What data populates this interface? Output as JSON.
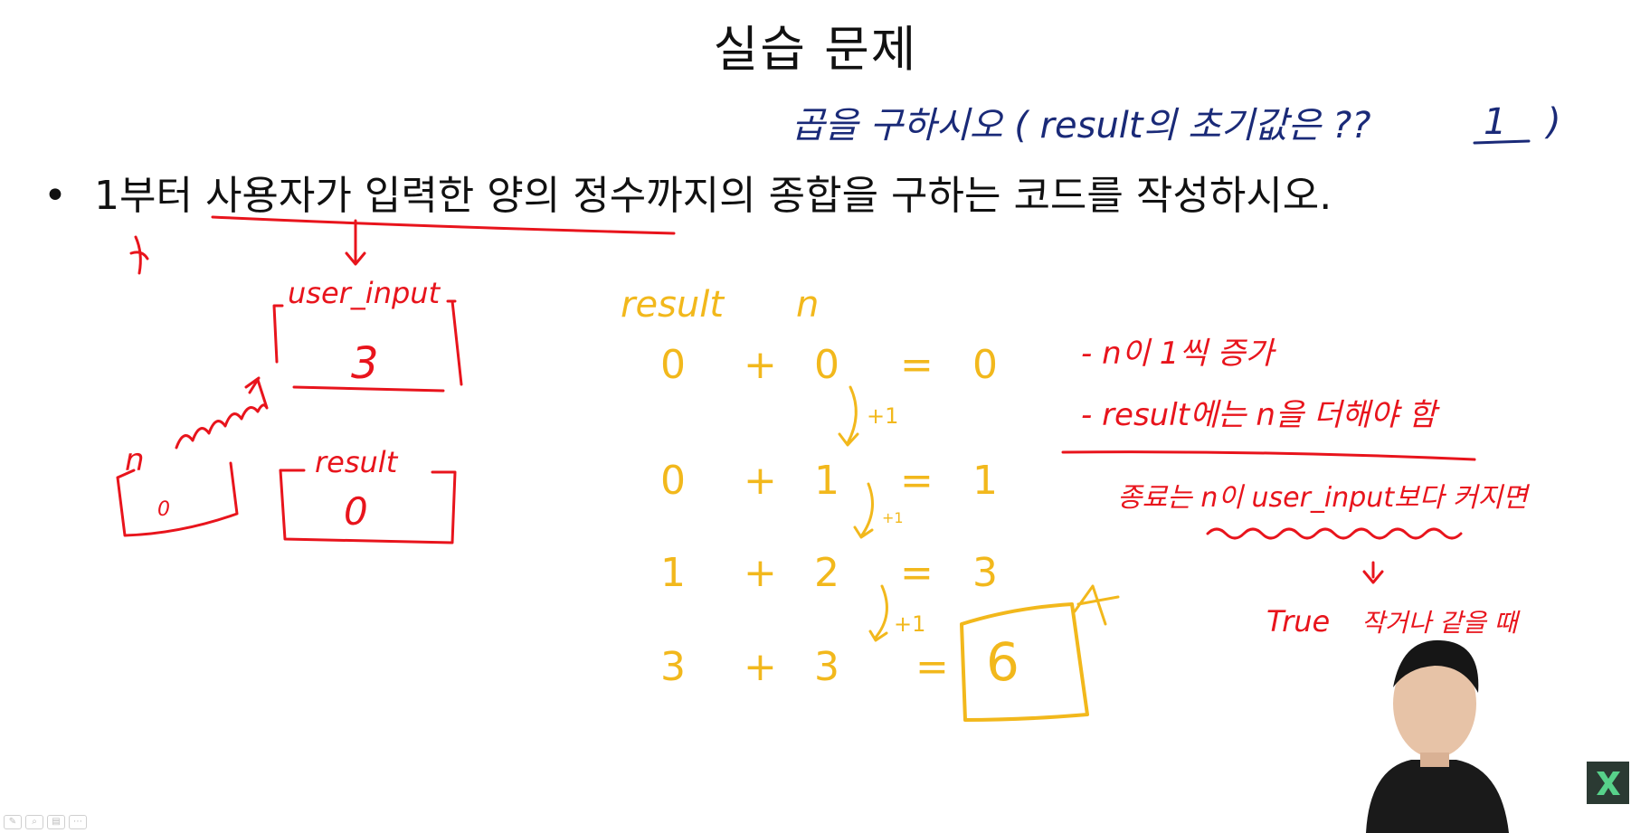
{
  "slide": {
    "title": "실습 문제",
    "bullet": "1부터 사용자가 입력한 양의 정수까지의 종합을 구하는 코드를 작성하시오."
  },
  "annotations_blue": {
    "text": "곱을 구하시오 ( result의 초기값은 ??",
    "answer": "1",
    "close": ")"
  },
  "annotations_red_left": {
    "var_user_input": "user_input",
    "user_input_value": "3",
    "var_n": "n",
    "n_value": "0",
    "var_result": "result",
    "result_value": "0"
  },
  "annotations_yellow": {
    "header_result": "result",
    "header_n": "n",
    "rows": [
      {
        "a": "0",
        "op": "+",
        "b": "0",
        "eq": "=",
        "r": "0"
      },
      {
        "a": "0",
        "op": "+",
        "b": "1",
        "eq": "=",
        "r": "1"
      },
      {
        "a": "1",
        "op": "+",
        "b": "2",
        "eq": "=",
        "r": "3"
      },
      {
        "a": "3",
        "op": "+",
        "b": "3",
        "eq": "=",
        "r": "6"
      }
    ],
    "step": "+1"
  },
  "annotations_red_right": {
    "note1": "- n이 1씩 증가",
    "note2": "- result에는 n을 더해야 함",
    "cond": "종료는 n이 user_input보다 커지면",
    "true_label": "True",
    "true_cond": "작거나 같을 때"
  },
  "colors": {
    "red": "#e8141c",
    "yellow": "#f2b81c",
    "blue": "#1a2a78"
  },
  "logo_icon": "brand-logo-icon"
}
